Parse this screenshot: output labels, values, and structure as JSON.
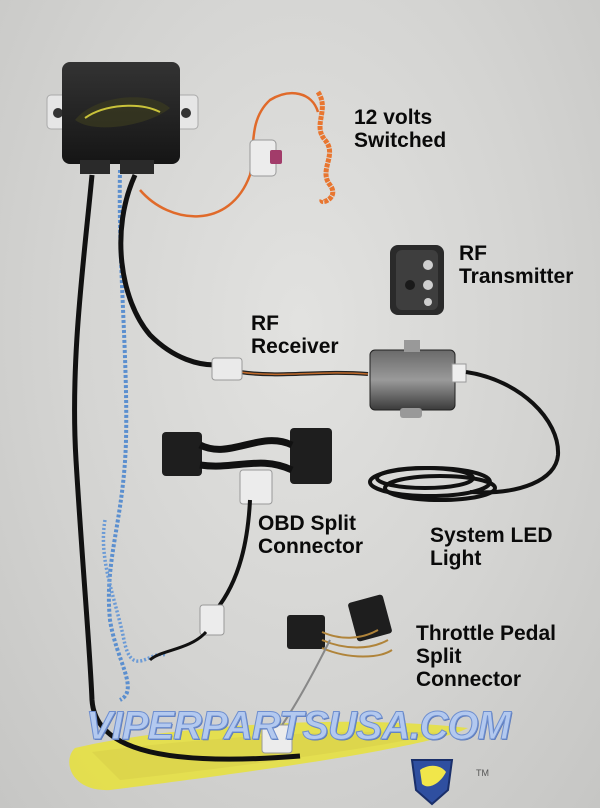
{
  "labels": {
    "switched_12v": [
      "12 volts",
      "Switched"
    ],
    "rf_transmitter": [
      "RF",
      "Transmitter"
    ],
    "rf_receiver": [
      "RF",
      "Receiver"
    ],
    "obd_split": [
      "OBD Split",
      "Connector"
    ],
    "system_led": [
      "System LED",
      "Light"
    ],
    "throttle_split": [
      "Throttle Pedal",
      "Split",
      "Connector"
    ]
  },
  "watermark": {
    "text": "VIPERPARTSUSA.COM",
    "tm": "TM"
  },
  "colors": {
    "background": "#d6d6d4",
    "module_body": "#1c1c1c",
    "orange_wire": "#e06a2a",
    "blue_twisted_wire": "#5b8fcf",
    "watermark_fill": "#b3c9ef",
    "swoosh_yellow": "#e8e23a",
    "logo_blue": "#2f4fa0"
  }
}
